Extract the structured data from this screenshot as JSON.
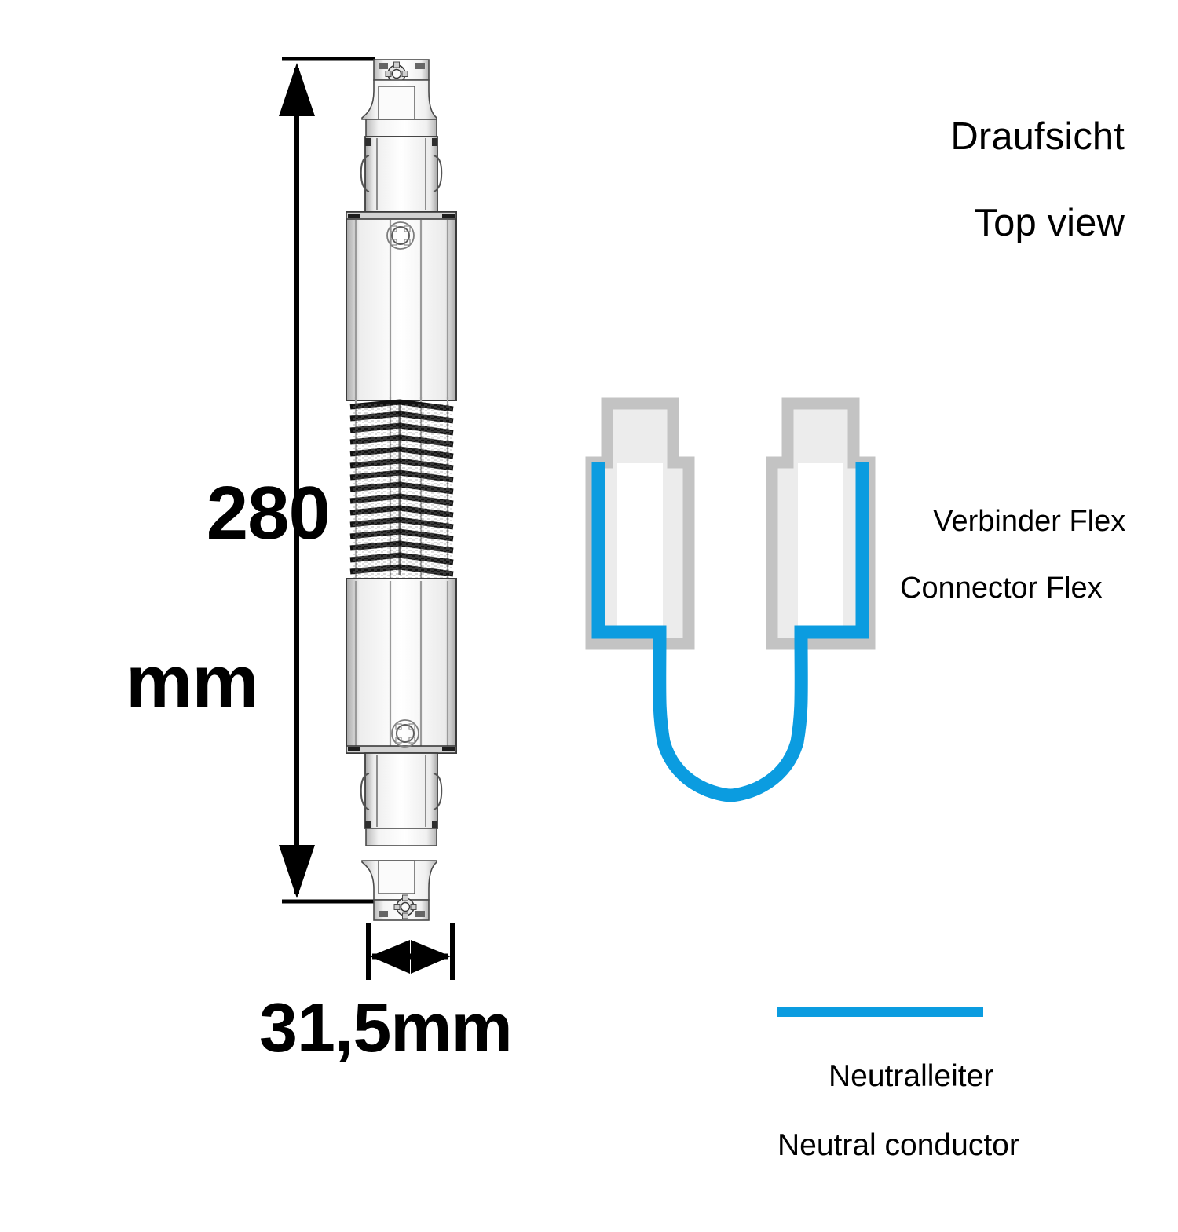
{
  "view_title": {
    "de": "Draufsicht",
    "en": "Top view"
  },
  "dimensions": {
    "length": {
      "value": "280",
      "unit": "mm"
    },
    "width": {
      "label": "31,5mm"
    }
  },
  "top_view": {
    "component_label": {
      "de": "Verbinder Flex",
      "en": "Connector Flex"
    }
  },
  "legend": {
    "conductor": {
      "de": "Neutralleiter",
      "en": "Neutral conductor"
    }
  },
  "colors": {
    "neutral_conductor": "#0b9ce0",
    "profile_outline": "#c3c3c3",
    "profile_fill": "#ececec",
    "dimension_line": "#000000",
    "text": "#000000"
  }
}
